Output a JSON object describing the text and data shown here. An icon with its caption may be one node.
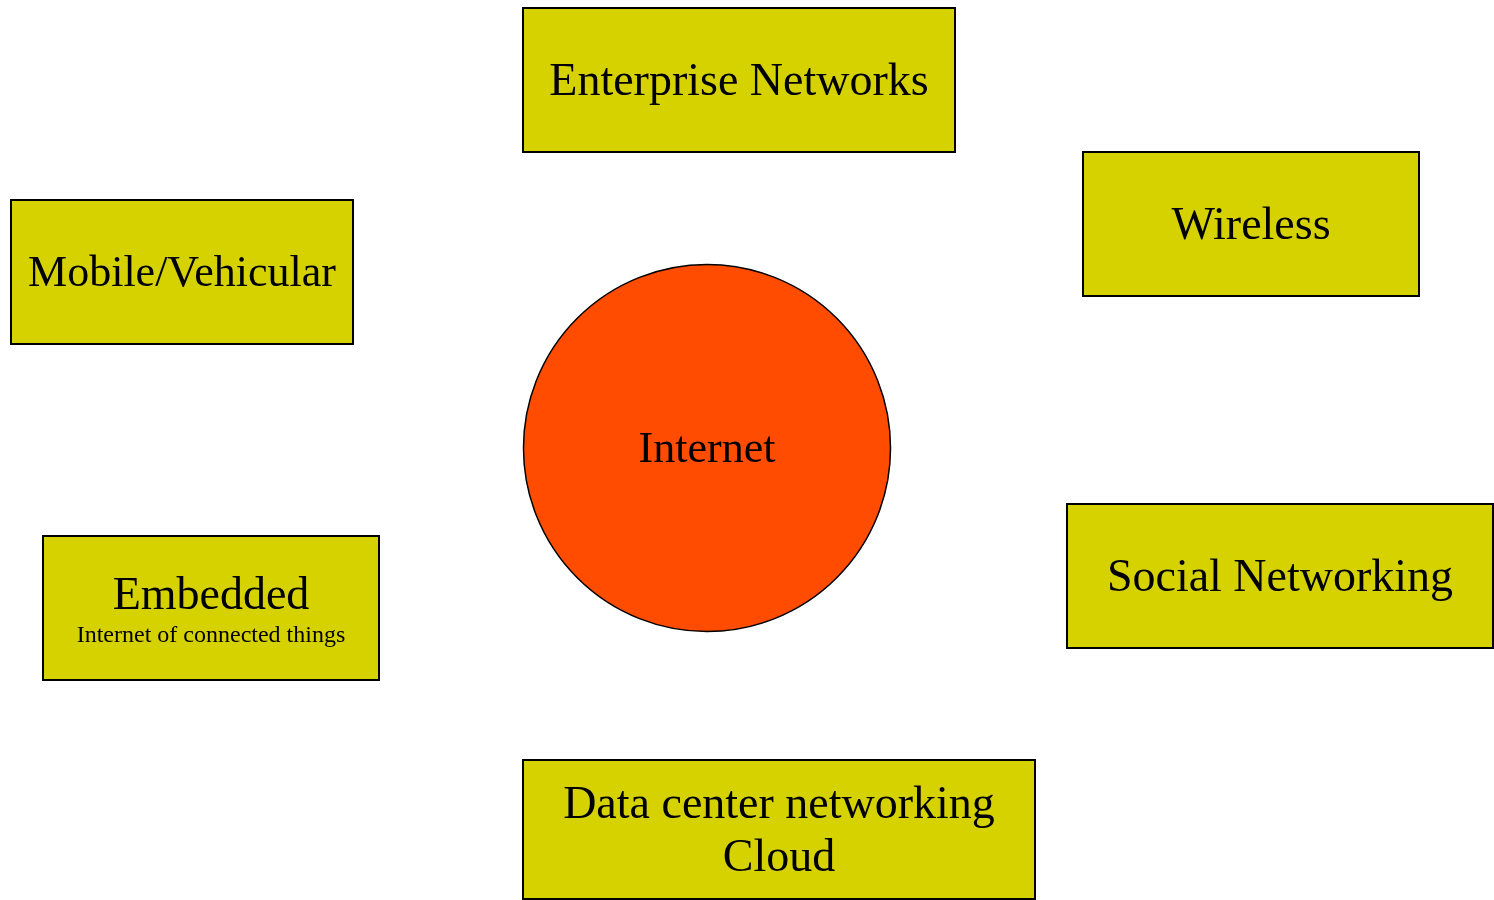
{
  "diagram": {
    "nodes": [
      {
        "text": [
          "Enterprise Networks"
        ]
      },
      {
        "text": [
          "Wireless"
        ]
      },
      {
        "text": [
          "Mobile/Vehicular"
        ]
      },
      {
        "text": [
          "Internet"
        ]
      },
      {
        "text": [
          "Social Networking"
        ]
      },
      {
        "text": [
          "Embedded",
          "Internet of connected things"
        ]
      },
      {
        "text": [
          "Data center networking",
          "Cloud"
        ]
      }
    ]
  }
}
